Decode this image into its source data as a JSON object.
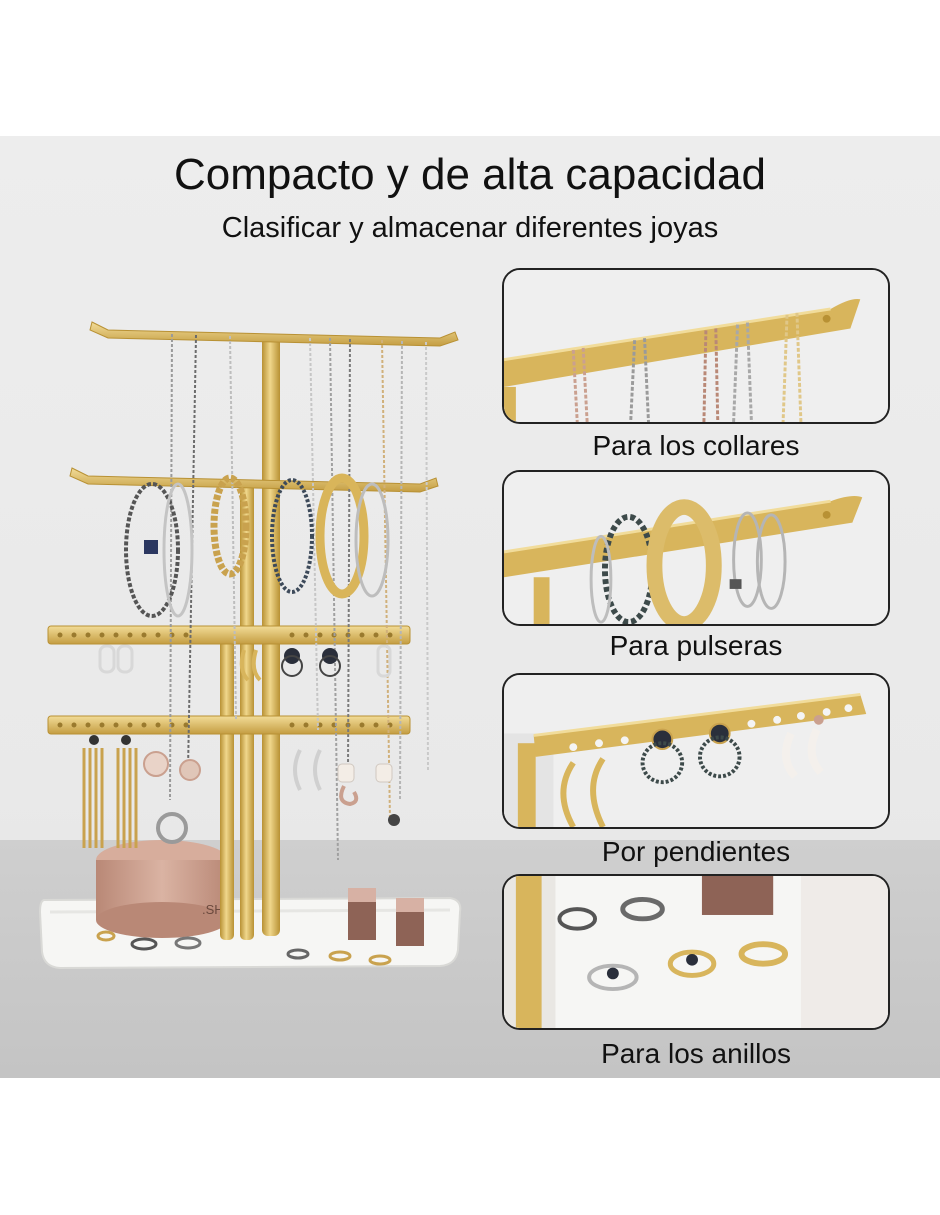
{
  "header": {
    "title": "Compacto y de alta capacidad",
    "subtitle": "Clasificar y almacenar diferentes joyas"
  },
  "panels": [
    {
      "caption": "Para los collares",
      "icon": "necklace-bar-closeup"
    },
    {
      "caption": "Para pulseras",
      "icon": "bracelet-bar-closeup"
    },
    {
      "caption": "Por pendientes",
      "icon": "earring-bar-closeup"
    },
    {
      "caption": "Para los anillos",
      "icon": "ring-tray-closeup"
    }
  ],
  "product": {
    "box_label": ".SH"
  },
  "colors": {
    "gold": "#d8b55c",
    "gold_dark": "#b89134",
    "tray": "#f6f6f4",
    "box_rose": "#caa08f",
    "background": "#ececec",
    "table": "#c8c8c8"
  }
}
